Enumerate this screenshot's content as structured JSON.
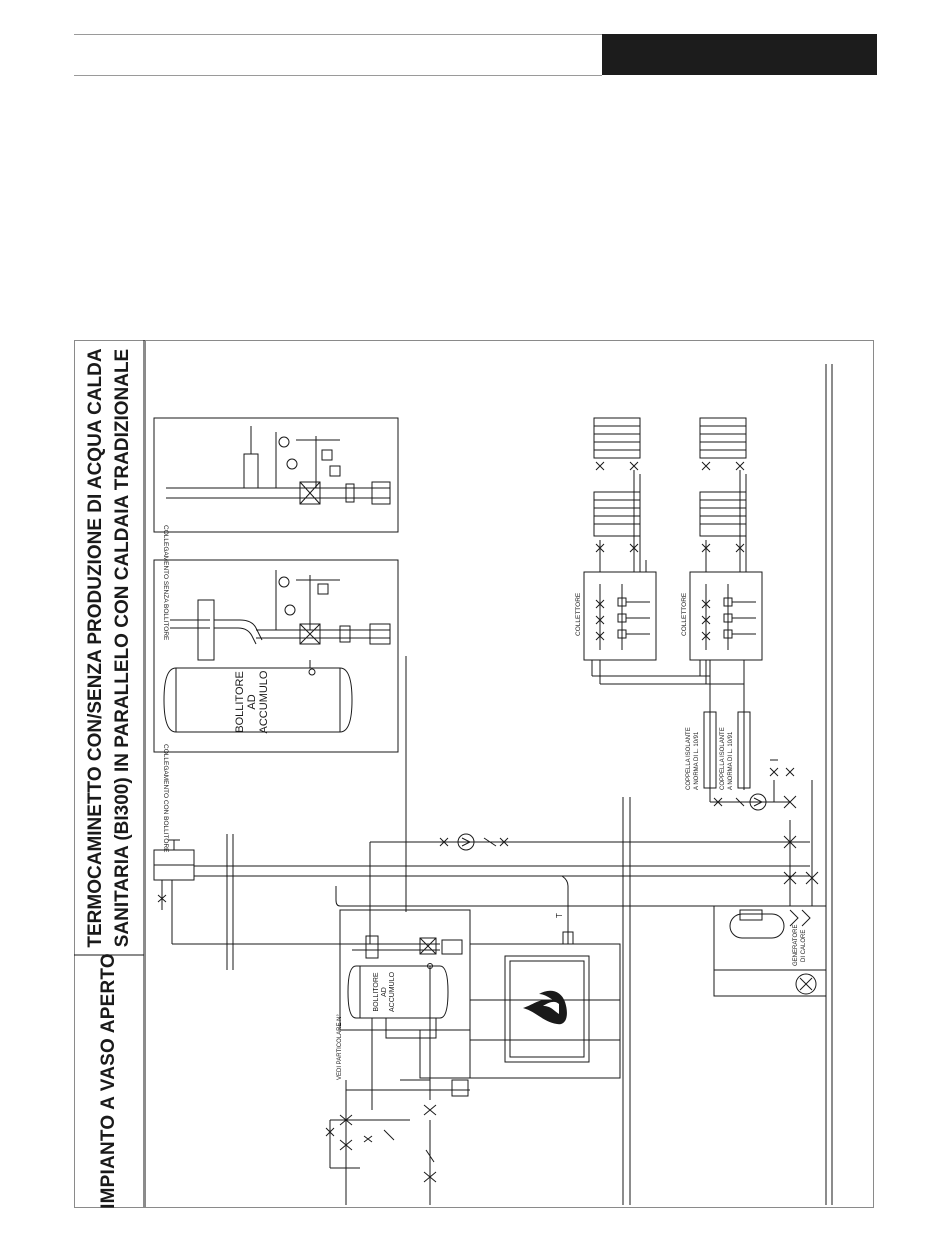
{
  "page": {
    "section_title": "IMPIANTO A VASO APERTO",
    "diagram_title": {
      "line1": "TERMOCAMINETTO CON/SENZA PRODUZIONE DI ACQUA CALDA",
      "line2": "SANITARIA (BI300) IN PARALLELO CON CALDAIA TRADIZIONALE"
    }
  },
  "labels": {
    "detail_with_boiler": "COLLEGAMENTO CON BOLLITORE",
    "detail_without_boiler": "COLLEGAMENTO SENZA BOLLITORE",
    "boiler_l1": "BOLLITORE",
    "boiler_l2": "AD",
    "boiler_l3": "ACCUMULO",
    "main_boiler_l1": "BOLLITORE",
    "main_boiler_l2": "AD",
    "main_boiler_l3": "ACCUMULO",
    "see_detail": "VEDI PARTICOLARE N°",
    "collector_top": "COLLETTORE",
    "collector_bottom": "COLLETTORE",
    "insulation_top_l1": "COPPELLA ISOLANTE",
    "insulation_top_l2": "A NORMA DI L. 10/91",
    "insulation_bottom_l1": "COPPELLA ISOLANTE",
    "insulation_bottom_l2": "A NORMA DI L. 10/91",
    "heat_generator_l1": "GENERATORE",
    "heat_generator_l2": "DI CALORE",
    "thermometer": "T"
  },
  "colors": {
    "ink": "#1a1a1a",
    "header_block": "#1c1c1c",
    "rule": "#9a9a9a"
  }
}
